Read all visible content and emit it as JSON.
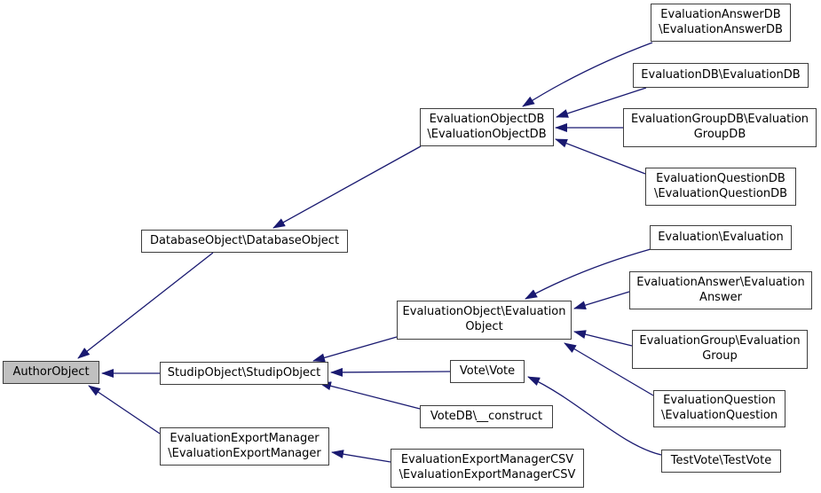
{
  "diagram": {
    "type": "class-inheritance-graph",
    "colors": {
      "edge": "#191970",
      "node_border": "#3e3e3e",
      "node_fill": "#ffffff",
      "highlight_fill": "#c0c0c0",
      "text": "#000000",
      "background": "#ffffff"
    },
    "nodes": {
      "author_object": {
        "label": "AuthorObject",
        "highlighted": true
      },
      "database_object": {
        "label": "DatabaseObject\\DatabaseObject"
      },
      "studip_object": {
        "label": "StudipObject\\StudipObject"
      },
      "evaluation_object_db": {
        "label": "EvaluationObjectDB\n\\EvaluationObjectDB"
      },
      "evaluation_answer_db": {
        "label": "EvaluationAnswerDB\n\\EvaluationAnswerDB"
      },
      "evaluation_db": {
        "label": "EvaluationDB\\EvaluationDB"
      },
      "evaluation_group_db": {
        "label": "EvaluationGroupDB\\Evaluation\nGroupDB"
      },
      "evaluation_question_db": {
        "label": "EvaluationQuestionDB\n\\EvaluationQuestionDB"
      },
      "evaluation": {
        "label": "Evaluation\\Evaluation"
      },
      "evaluation_answer": {
        "label": "EvaluationAnswer\\Evaluation\nAnswer"
      },
      "evaluation_object": {
        "label": "EvaluationObject\\Evaluation\nObject"
      },
      "evaluation_group": {
        "label": "EvaluationGroup\\Evaluation\nGroup"
      },
      "evaluation_question": {
        "label": "EvaluationQuestion\n\\EvaluationQuestion"
      },
      "vote": {
        "label": "Vote\\Vote"
      },
      "vote_db": {
        "label": "VoteDB\\__construct"
      },
      "test_vote": {
        "label": "TestVote\\TestVote"
      },
      "evaluation_export_manager": {
        "label": "EvaluationExportManager\n\\EvaluationExportManager"
      },
      "evaluation_export_manager_csv": {
        "label": "EvaluationExportManagerCSV\n\\EvaluationExportManagerCSV"
      }
    },
    "edges": [
      {
        "from": "evaluation_answer_db",
        "to": "evaluation_object_db"
      },
      {
        "from": "evaluation_db",
        "to": "evaluation_object_db"
      },
      {
        "from": "evaluation_group_db",
        "to": "evaluation_object_db"
      },
      {
        "from": "evaluation_question_db",
        "to": "evaluation_object_db"
      },
      {
        "from": "evaluation_object_db",
        "to": "database_object"
      },
      {
        "from": "database_object",
        "to": "author_object"
      },
      {
        "from": "studip_object",
        "to": "author_object"
      },
      {
        "from": "evaluation_export_manager",
        "to": "author_object"
      },
      {
        "from": "evaluation",
        "to": "evaluation_object"
      },
      {
        "from": "evaluation_answer",
        "to": "evaluation_object"
      },
      {
        "from": "evaluation_group",
        "to": "evaluation_object"
      },
      {
        "from": "evaluation_question",
        "to": "evaluation_object"
      },
      {
        "from": "evaluation_object",
        "to": "studip_object"
      },
      {
        "from": "vote",
        "to": "studip_object"
      },
      {
        "from": "vote_db",
        "to": "studip_object"
      },
      {
        "from": "test_vote",
        "to": "vote"
      },
      {
        "from": "evaluation_export_manager_csv",
        "to": "evaluation_export_manager"
      }
    ]
  }
}
